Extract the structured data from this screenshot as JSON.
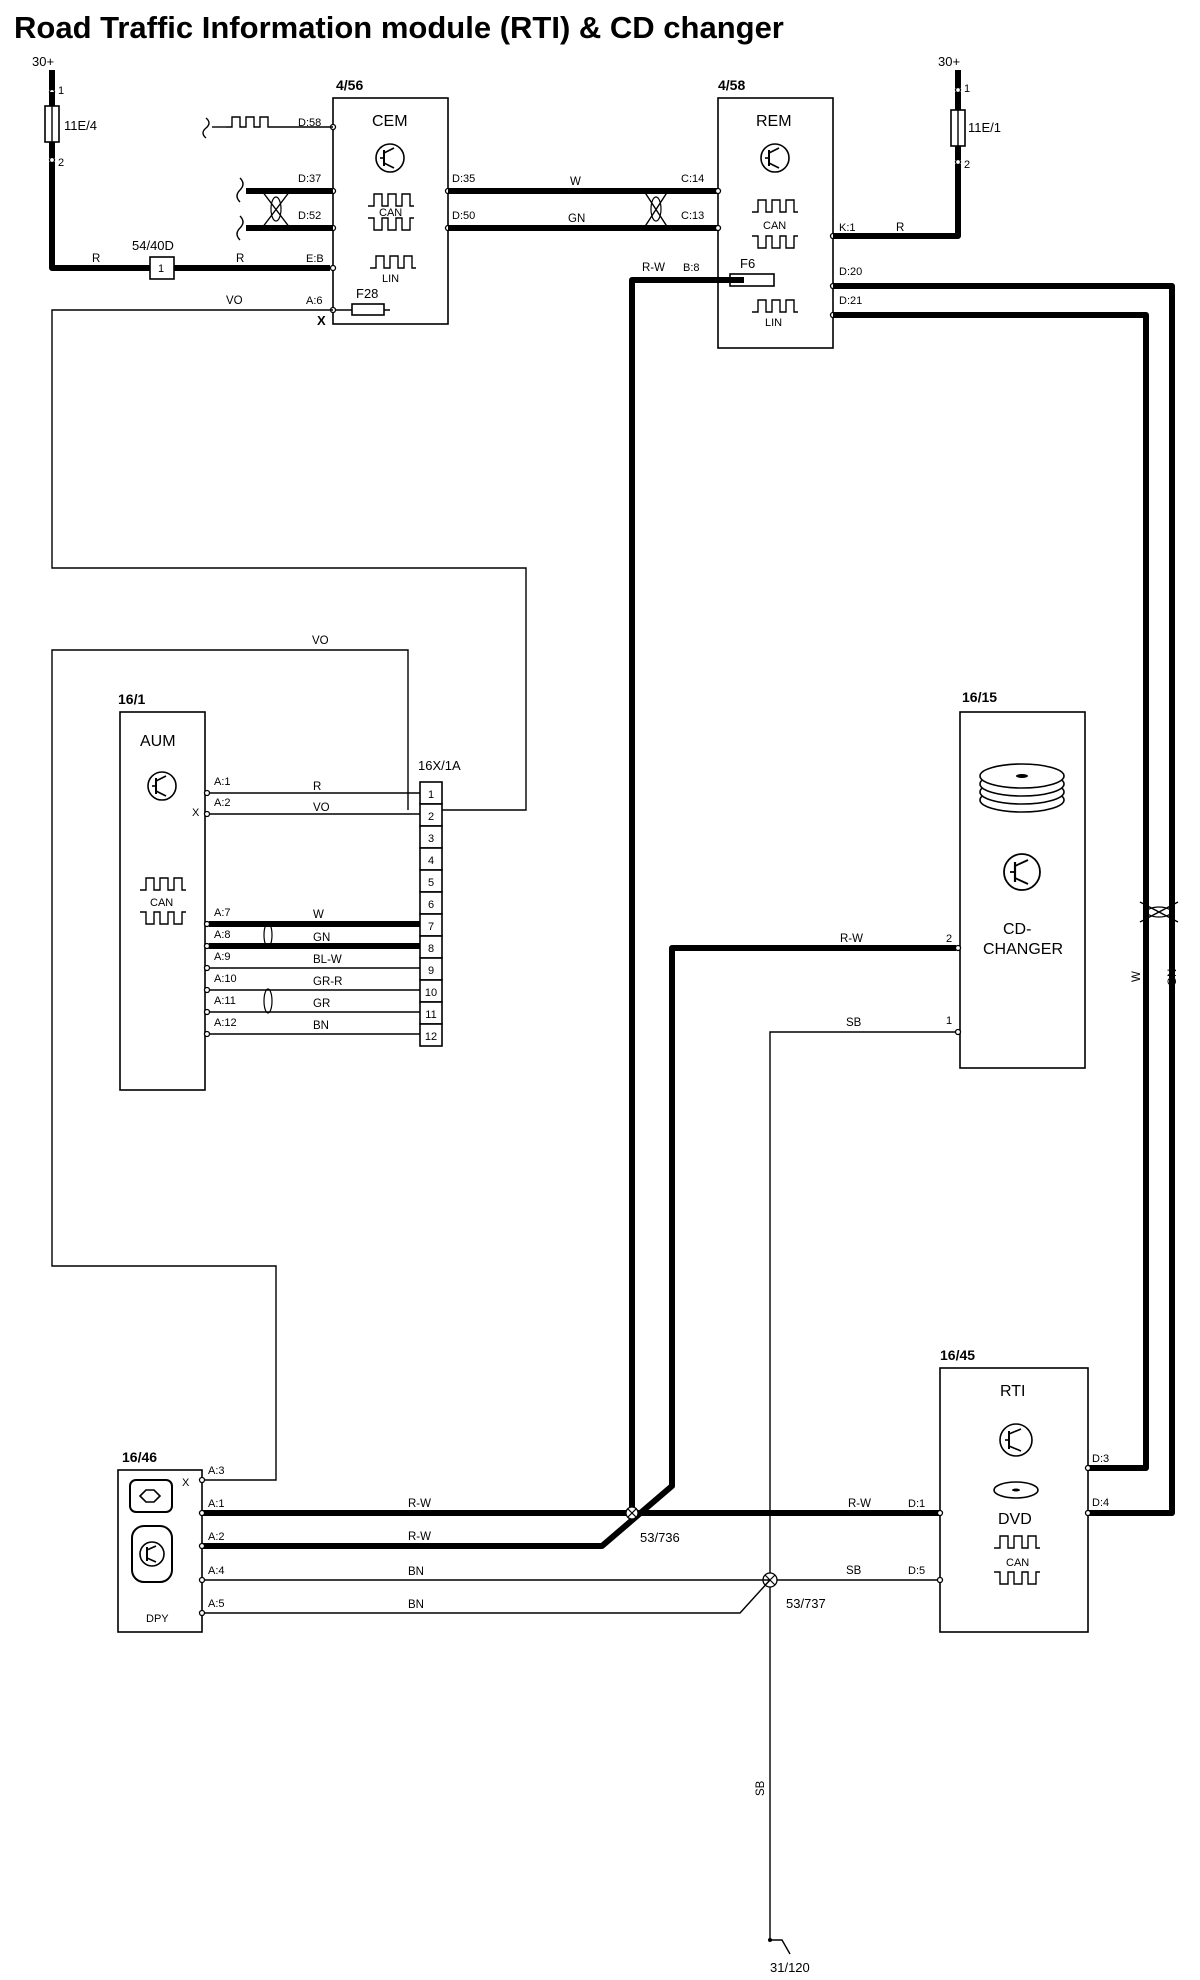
{
  "title": "Road Traffic Information module (RTI) & CD changer",
  "power": {
    "left": {
      "label": "30+",
      "pin1": "1",
      "fuse": "11E/4",
      "pin2": "2"
    },
    "right": {
      "label": "30+",
      "pin1": "1",
      "fuse": "11E/1",
      "pin2": "2"
    }
  },
  "connector_54_40d": {
    "id": "54/40D",
    "pin": "1"
  },
  "cem": {
    "id": "4/56",
    "name": "CEM",
    "can": "CAN",
    "lin": "LIN",
    "fuse": "F28",
    "x_mark": "X",
    "pins": {
      "d58": "D:58",
      "d37": "D:37",
      "d52": "D:52",
      "eb": "E:B",
      "a6": "A:6",
      "d35": "D:35",
      "d50": "D:50"
    }
  },
  "rem": {
    "id": "4/58",
    "name": "REM",
    "can": "CAN",
    "lin": "LIN",
    "fuse": "F6",
    "pins": {
      "c14": "C:14",
      "c13": "C:13",
      "k1": "K:1",
      "b8": "B:8",
      "d20": "D:20",
      "d21": "D:21"
    }
  },
  "aum": {
    "id": "16/1",
    "name": "AUM",
    "can": "CAN",
    "x_mark": "X",
    "pins": [
      "A:1",
      "A:2",
      "A:7",
      "A:8",
      "A:9",
      "A:10",
      "A:11",
      "A:12"
    ],
    "wires": [
      "R",
      "VO",
      "W",
      "GN",
      "BL-W",
      "GR-R",
      "GR",
      "BN"
    ]
  },
  "connector_16x1a": {
    "id": "16X/1A",
    "pins": [
      "1",
      "2",
      "3",
      "4",
      "5",
      "6",
      "7",
      "8",
      "9",
      "10",
      "11",
      "12"
    ]
  },
  "cd_changer": {
    "id": "16/15",
    "name_line1": "CD-",
    "name_line2": "CHANGER",
    "pin2": "2",
    "pin1": "1"
  },
  "rti": {
    "id": "16/45",
    "name": "RTI",
    "dvd": "DVD",
    "can": "CAN",
    "pins": {
      "d3": "D:3",
      "d4": "D:4",
      "d1": "D:1",
      "d5": "D:5"
    }
  },
  "dpy": {
    "id": "16/46",
    "name": "DPY",
    "x_mark": "X",
    "pins": {
      "a3": "A:3",
      "a1": "A:1",
      "a2": "A:2",
      "a4": "A:4",
      "a5": "A:5"
    }
  },
  "splices": {
    "s736": "53/736",
    "s737": "53/737"
  },
  "ground": {
    "id": "31/120"
  },
  "wire_colors": {
    "r": "R",
    "vo": "VO",
    "w": "W",
    "gn": "GN",
    "rw": "R-W",
    "sb": "SB",
    "bn": "BN"
  }
}
